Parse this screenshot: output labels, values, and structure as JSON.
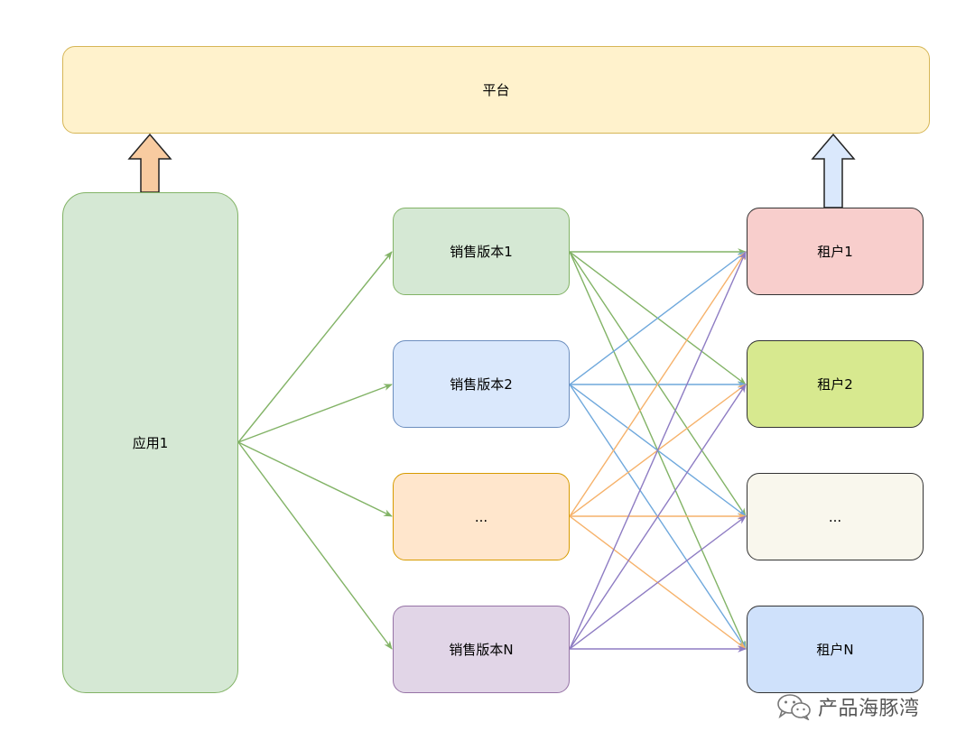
{
  "platform": {
    "label": "平台"
  },
  "app": {
    "label": "应用1"
  },
  "sales_versions": [
    "销售版本1",
    "销售版本2",
    "...",
    "销售版本N"
  ],
  "tenants": [
    "租户1",
    "租户2",
    "...",
    "租户N"
  ],
  "watermark": {
    "text": "产品海豚湾",
    "icon": "wechat-icon"
  },
  "colors": {
    "green": "#82b366",
    "blue": "#6fa8dc",
    "orange": "#f6b26b",
    "purple": "#8e7cc3",
    "arrow_up_left_fill": "#f8cba0",
    "arrow_up_right_fill": "#dae8fc"
  }
}
